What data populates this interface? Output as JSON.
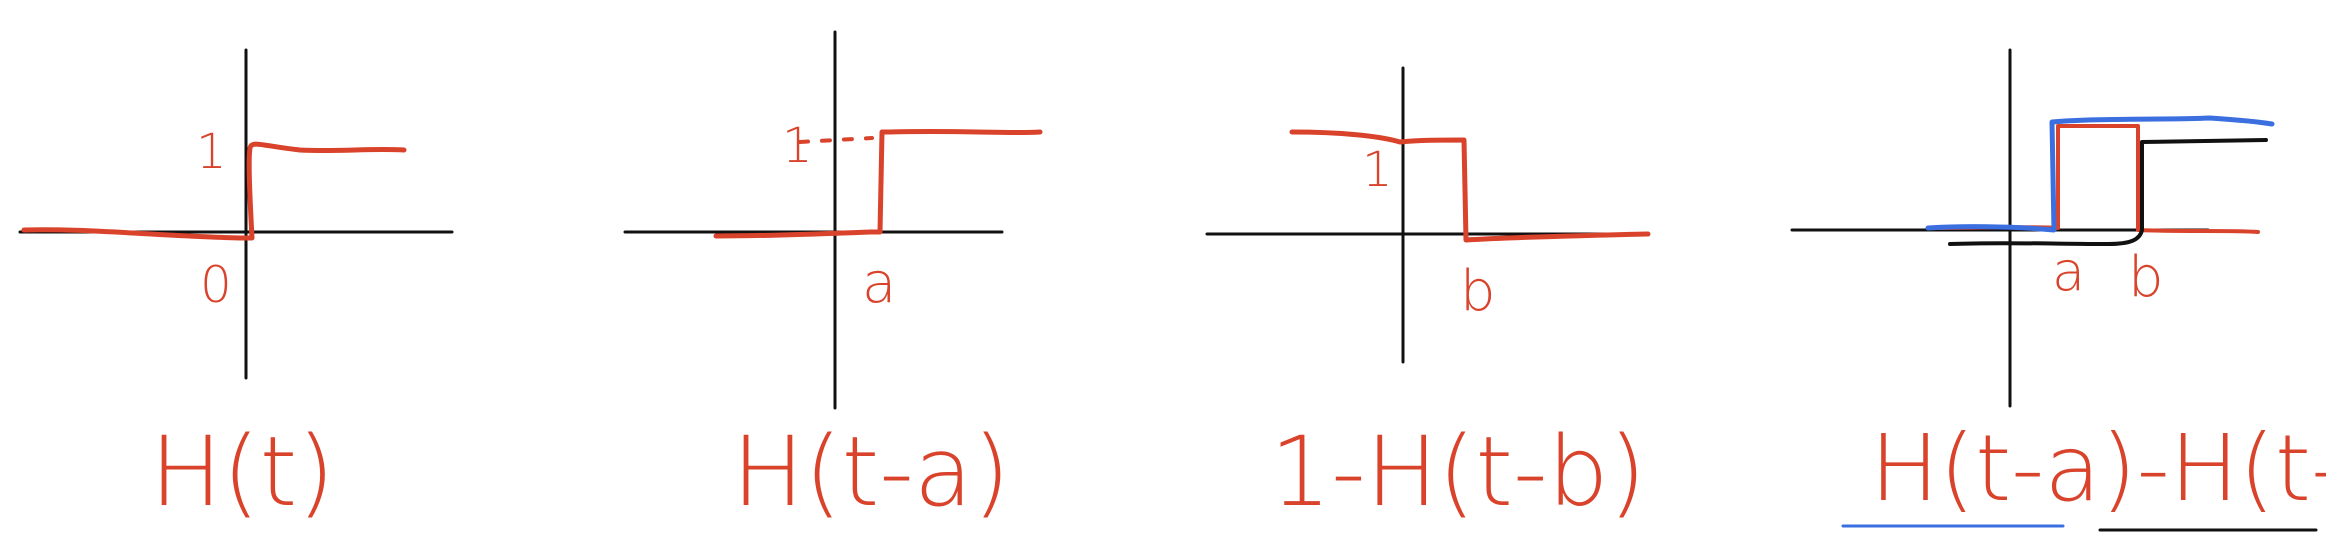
{
  "colors": {
    "ink_red": "#D9432B",
    "ink_blue": "#3B6FE0",
    "ink_black": "#111111",
    "background": "#FFFFFF"
  },
  "panels": [
    {
      "caption": "H(t)",
      "tick_y": "1",
      "tick_x": "0"
    },
    {
      "caption": "H(t-a)",
      "tick_y": "1",
      "tick_x": "a"
    },
    {
      "caption": "1-H(t-b)",
      "tick_y": "1",
      "tick_x": "b"
    },
    {
      "caption": "H(t-a)-H(t-b)",
      "tick_x_a": "a",
      "tick_x_b": "b"
    }
  ]
}
